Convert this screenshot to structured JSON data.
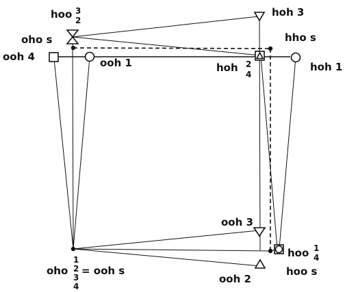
{
  "labels": {
    "hoo_32": {
      "base": "hoo",
      "top": "3",
      "bottom": "2"
    },
    "hoh_3": "hoh 3",
    "oho_s": "oho s",
    "hho_s": "hho s",
    "ooh_4": "ooh 4",
    "ooh_1": "ooh 1",
    "hoh_24": {
      "base": "hoh",
      "top": "2",
      "bottom": "4"
    },
    "hoh_1": "hoh 1",
    "ooh_3": "ooh 3",
    "hoo_14": {
      "base": "hoo",
      "top": "1",
      "bottom": "4"
    },
    "oho_1234": {
      "base": "oho",
      "digits": [
        "1",
        "2",
        "3",
        "4"
      ],
      "equals": "= ooh s"
    },
    "ooh_2": "ooh 2",
    "hoo_s": "hoo s"
  }
}
